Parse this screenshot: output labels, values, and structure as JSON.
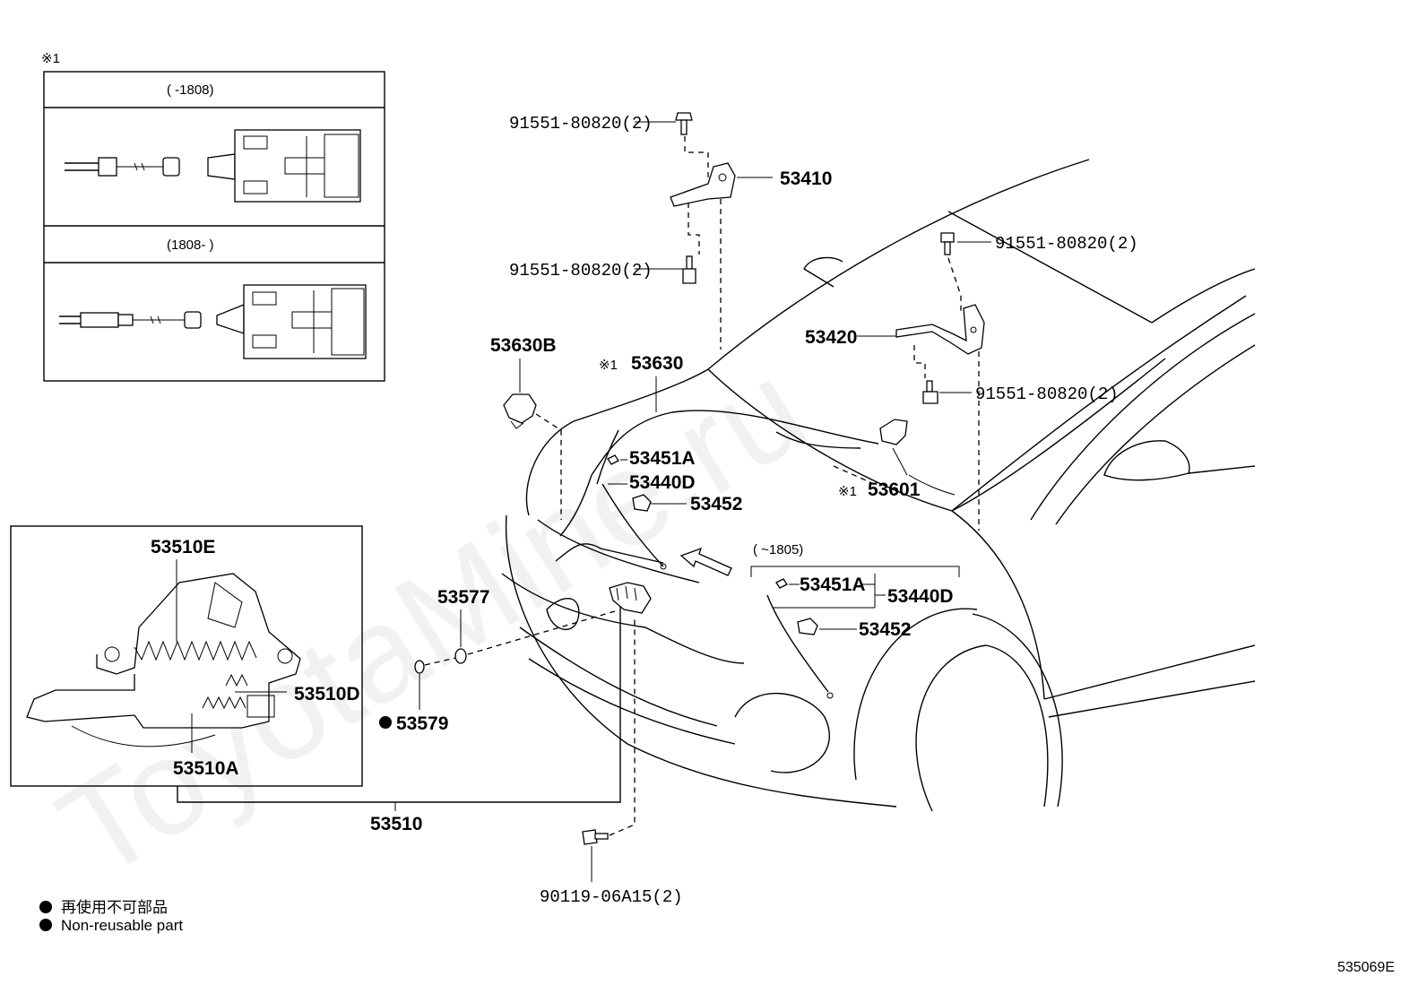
{
  "watermark": "ToyotaMine.ru",
  "note_marks": {
    "asterisk1": "※1"
  },
  "inset_connector": {
    "header": "※1",
    "row1_label": "(      -1808)",
    "row2_label": "(1808-      )"
  },
  "variant_box": {
    "label": "(      ~1805)"
  },
  "parts": {
    "bolt_top_upper": "91551-80820(2)",
    "bolt_top_lower": "91551-80820(2)",
    "hinge_left": "53410",
    "bolt_right_upper": "91551-80820(2)",
    "hinge_right": "53420",
    "bolt_right_lower": "91551-80820(2)",
    "clip": "53630B",
    "cable": "53630",
    "lever_small": "53451A",
    "cable_guide": "53440D",
    "lever_bracket": "53452",
    "release_lever": "53601",
    "variant_lever_small": "53451A",
    "variant_cable_guide": "53440D",
    "variant_bracket": "53452",
    "latch_assy": "53510",
    "latch_e": "53510E",
    "latch_d": "53510D",
    "latch_a": "53510A",
    "seal": "53577",
    "seal_nonreusable": "53579",
    "bolt_bottom": "90119-06A15(2)"
  },
  "legend": {
    "line_jp": "再使用不可部品",
    "line_en": "Non-reusable part"
  },
  "diagram_code": "535069E"
}
